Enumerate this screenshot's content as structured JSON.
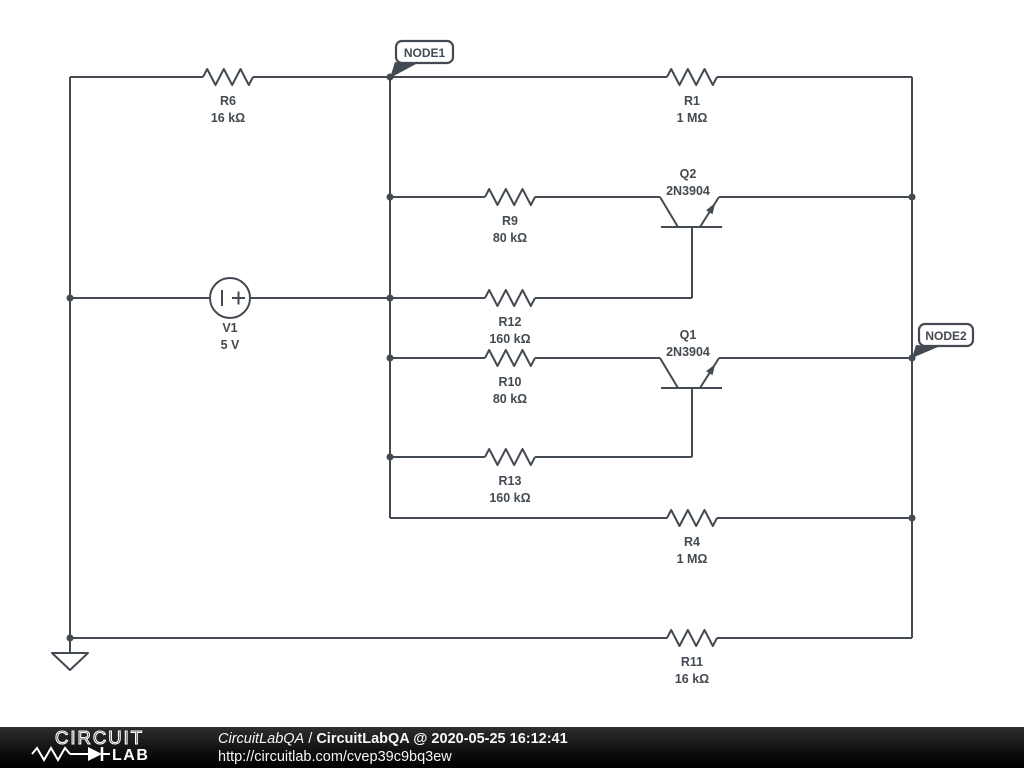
{
  "schematic": {
    "line_color": "#434a51",
    "node_labels": {
      "node1": "NODE1",
      "node2": "NODE2"
    },
    "components": {
      "r6": {
        "ref": "R6",
        "value": "16 kΩ"
      },
      "r1": {
        "ref": "R1",
        "value": "1 MΩ"
      },
      "r9": {
        "ref": "R9",
        "value": "80 kΩ"
      },
      "r12": {
        "ref": "R12",
        "value": "160 kΩ"
      },
      "r10": {
        "ref": "R10",
        "value": "80 kΩ"
      },
      "r13": {
        "ref": "R13",
        "value": "160 kΩ"
      },
      "r4": {
        "ref": "R4",
        "value": "1 MΩ"
      },
      "r11": {
        "ref": "R11",
        "value": "16 kΩ"
      },
      "v1": {
        "ref": "V1",
        "value": "5 V"
      },
      "q2": {
        "ref": "Q2",
        "value": "2N3904"
      },
      "q1": {
        "ref": "Q1",
        "value": "2N3904"
      }
    }
  },
  "footer": {
    "logo": {
      "word_top": "CIRCUIT",
      "word_bottom": "LAB"
    },
    "author": "CircuitLabQA",
    "separator": " / ",
    "title": "CircuitLabQA @ 2020-05-25 16:12:41",
    "url": "http://circuitlab.com/cvep39c9bq3ew"
  }
}
